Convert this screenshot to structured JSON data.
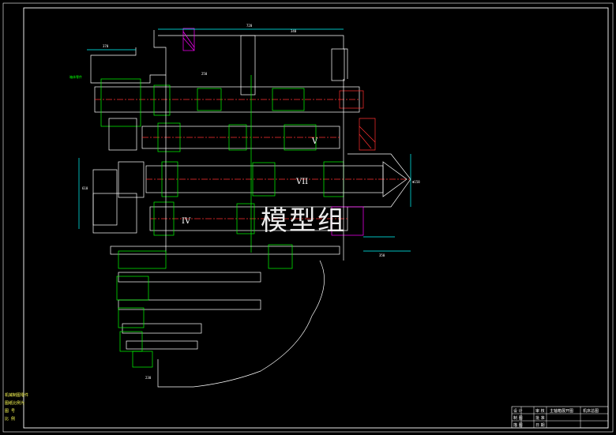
{
  "watermark": "模型组",
  "drawing": {
    "shaft_labels": [
      "IV",
      "VII",
      "V"
    ],
    "callout_green": "箱体零件",
    "top_dimensions": [
      "720",
      "340",
      "250"
    ],
    "left_dimensions": [
      "610",
      "370"
    ],
    "right_dimension": "Φ158",
    "bottom_dimensions": [
      "230",
      "350"
    ]
  },
  "side_notes": [
    "机械制图零件",
    "图纸比例为",
    "图 号",
    "比 例"
  ],
  "title_block": {
    "title": "主轴箱展开图",
    "sub_title": "机床总图",
    "rows": [
      {
        "c1": "设 计",
        "c2": "",
        "c3": "审 核"
      },
      {
        "c1": "制 图",
        "c2": "",
        "c3": "批 准"
      },
      {
        "c1": "描 图",
        "c2": "",
        "c3": "日 期"
      }
    ]
  },
  "colors": {
    "background": "#000000",
    "line_white": "#ffffff",
    "line_green": "#00ff00",
    "line_magenta": "#ff00ff",
    "line_red": "#ff3030",
    "line_yellow": "#ffff55",
    "line_cyan": "#00ffff"
  }
}
